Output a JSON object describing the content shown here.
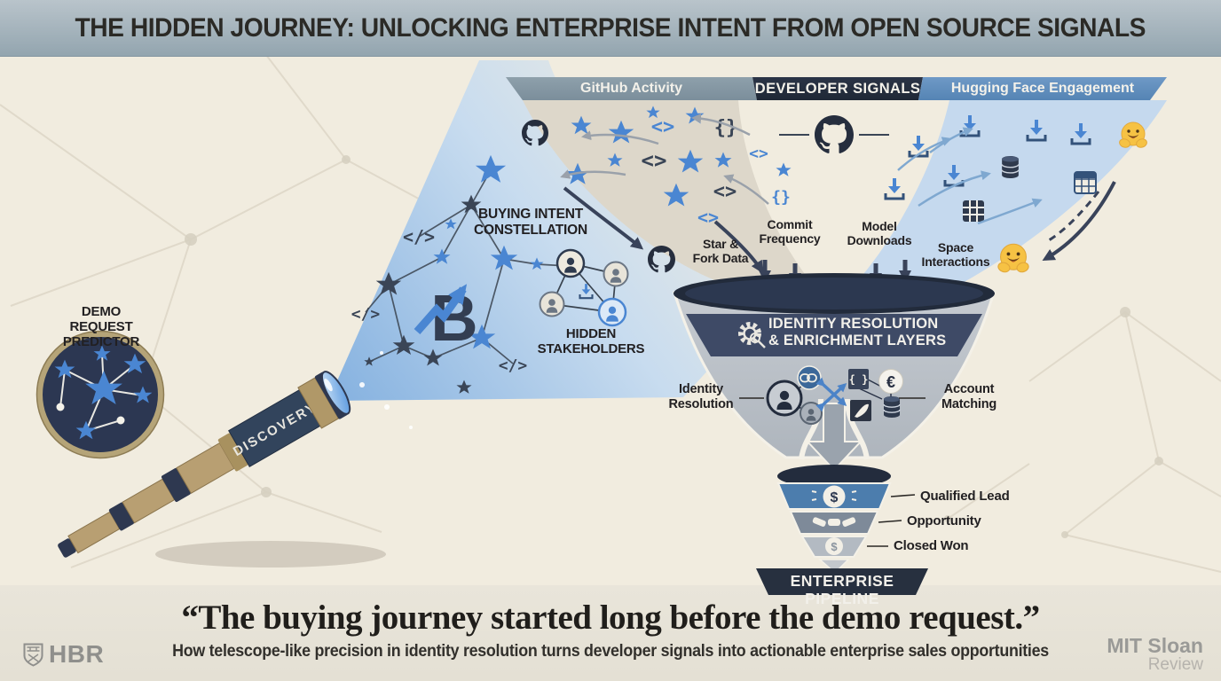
{
  "title": "THE HIDDEN JOURNEY: UNLOCKING ENTERPRISE INTENT FROM OPEN SOURCE SIGNALS",
  "signal_bar": {
    "github": "GitHub Activity",
    "developer": "DEVELOPER SIGNALS",
    "huggingface": "Hugging Face Engagement"
  },
  "telescope": {
    "scope_label": "DISCOVERY",
    "predictor_label": "DEMO REQUEST\nPREDICTOR"
  },
  "constellation": {
    "label": "BUYING INTENT\nCONSTELLATION",
    "stakeholders_label": "HIDDEN\nSTAKEHOLDERS"
  },
  "github_signals": {
    "star_fork": "Star &\nFork Data",
    "commit": "Commit\nFrequency"
  },
  "hf_signals": {
    "model_downloads": "Model\nDownloads",
    "space_interactions": "Space\nInteractions"
  },
  "funnel": {
    "header": "IDENTITY RESOLUTION\n& ENRICHMENT LAYERS",
    "identity": "Identity\nResolution",
    "account": "Account\nMatching",
    "stages": [
      {
        "label": "Qualified Lead"
      },
      {
        "label": "Opportunity"
      },
      {
        "label": "Closed Won"
      }
    ],
    "banner": "ENTERPRISE PIPELINE"
  },
  "footer": {
    "quote": "“The buying journey started long before the demo request.”",
    "subtitle": "How telescope-like precision in identity resolution turns developer signals into actionable enterprise sales opportunities",
    "hbr": "HBR",
    "mit_sloan": "MIT Sloan",
    "review": "Review"
  },
  "glyphs": {
    "code": "</>",
    "angle": "<>",
    "braces": "{}",
    "braces_spaced": "{ }",
    "dollar": "$",
    "euro": "€",
    "b": "B"
  },
  "colors": {
    "background": "#f1ecdf",
    "title_bar": "#a4b2bb",
    "accent_blue": "#4a86d2",
    "navy": "#27303f",
    "stream_gray": "#ddd7ca",
    "stream_blue": "#c5d9ee",
    "funnel_blue_band": "#4c7dad",
    "footer_band": "#e8e4d9",
    "brand_gray": "#8f8f8c",
    "hug_yellow": "#f6c244"
  }
}
